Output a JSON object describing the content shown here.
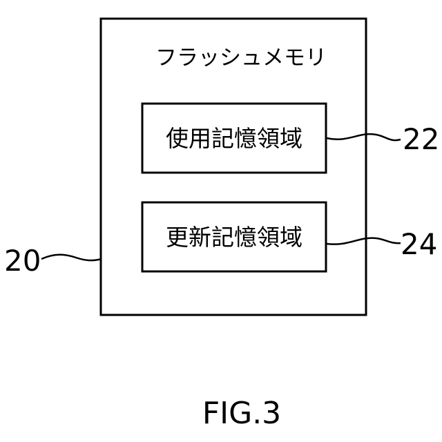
{
  "diagram": {
    "outer_box": {
      "title": "フラッシュメモリ",
      "reference": "20"
    },
    "inner_boxes": [
      {
        "label": "使用記憶領域",
        "reference": "22"
      },
      {
        "label": "更新記憶領域",
        "reference": "24"
      }
    ],
    "caption": "FIG.3"
  }
}
